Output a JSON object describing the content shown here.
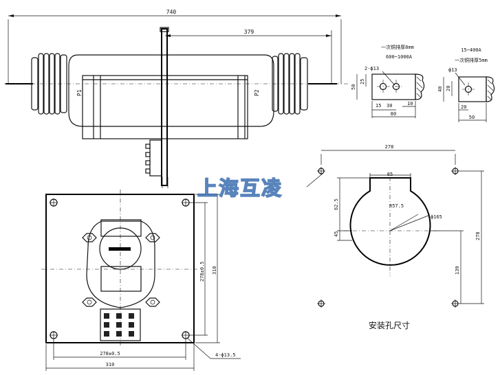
{
  "top_view": {
    "overall_length": "740",
    "half_length": "379",
    "p1": "P1",
    "p2": "P2"
  },
  "detail_a": {
    "note_line1": "一次铜排厚8mm",
    "note_line2": "600~1000A",
    "hole": "2-ф13",
    "dim_height": "50",
    "dim_inner": "25",
    "dim_edge": "15",
    "dim_spacing": "30",
    "dim_width": "80",
    "dim_thickness": "10"
  },
  "detail_b": {
    "note_line1": "15~400A",
    "note_line2": "一次铜排厚5mm",
    "hole": "ф13",
    "dim_height": "40",
    "dim_inner": "20",
    "dim_edge": "20",
    "dim_width": "50"
  },
  "mounting": {
    "overall_width": "278",
    "top_width": "85",
    "top_height": "62.5",
    "radius_label": "R57.5",
    "diameter_label": "ф165",
    "lower_left": "45",
    "lower_right": "139",
    "height": "278",
    "caption": "安装孔尺寸"
  },
  "front_view": {
    "hole_spacing_v": "278±0.5",
    "outer_v": "310",
    "hole_spacing_h": "278±0.5",
    "outer_h": "310",
    "holes": "4-ф13.5"
  },
  "watermark": "上海互凌"
}
